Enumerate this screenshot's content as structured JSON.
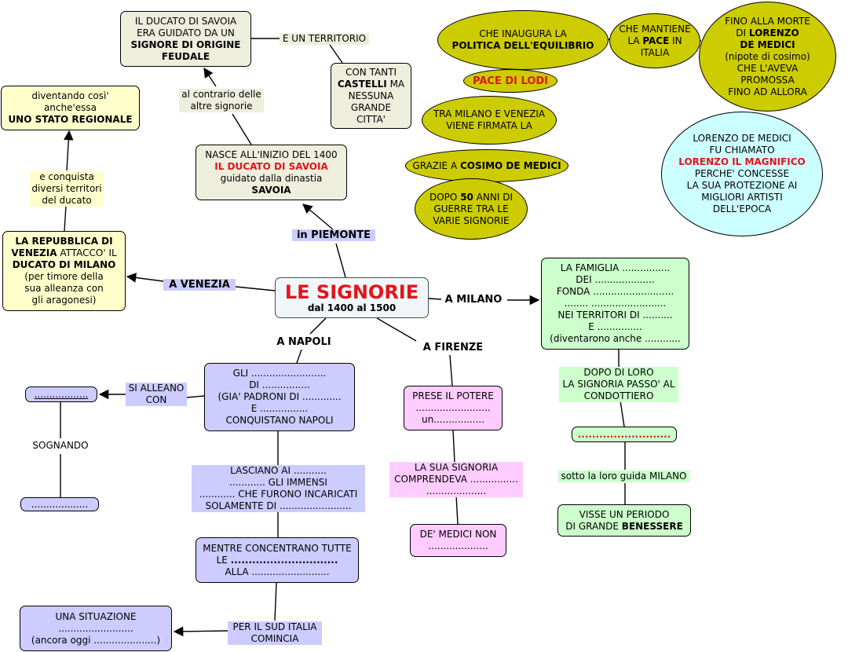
{
  "central": {
    "title": "LE SIGNORIE",
    "subtitle": "dal 1400 al 1500"
  },
  "branches": {
    "piemonte": "in PIEMONTE",
    "venezia": "A VENEZIA",
    "milano": "A MILANO",
    "napoli": "A NAPOLI",
    "firenze": "A FIRENZE"
  },
  "piemonte": {
    "nasce": {
      "l1": "NASCE ALL'INIZIO DEL 1400",
      "l2": "IL DUCATO DI SAVOIA",
      "l3": "guidato dalla dinastia",
      "l4": "SAVOIA"
    },
    "contrario": {
      "l1": "al contrario delle",
      "l2": "altre signorie"
    },
    "ducato": {
      "l1": "IL DUCATO DI SAVOIA",
      "l2": "ERA GUIDATO DA UN",
      "l3": "SIGNORE DI ORIGINE",
      "l4": "FEUDALE"
    },
    "territorio": "E UN TERRITORIO",
    "castelli": {
      "l1": "CON TANTI",
      "l2a": "CASTELLI",
      "l2b": " MA",
      "l3": "NESSUNA",
      "l4": "GRANDE",
      "l5": "CITTA'"
    }
  },
  "venezia": {
    "repubblica": {
      "l1": "LA REPUBBLICA DI",
      "l2a": "VENEZIA",
      "l2b": " ATTACCO' IL",
      "l3": "DUCATO DI MILANO",
      "l4": "(per timore della",
      "l5": "sua alleanza con",
      "l6": "gli aragonesi)"
    },
    "conquista": {
      "l1": "e conquista",
      "l2": "diversi territori",
      "l3": "del ducato"
    },
    "regionale": {
      "l1": "diventando così'",
      "l2": "anche'essa",
      "l3": "UNO STATO REGIONALE"
    }
  },
  "milano": {
    "famiglia": {
      "l1": "LA FAMIGLIA ................",
      "l2": "DEI ....................",
      "l3": "FONDA ...........................",
      "l4": "........ .........................",
      "l5": "NEI TERRITORI DI ..........",
      "l6": "E ...............",
      "l7": "(diventarono anche ............"
    },
    "dopo": {
      "l1": "DOPO DI LORO",
      "l2": "LA SIGNORIA PASSO' AL",
      "l3": "CONDOTTIERO"
    },
    "blank": "..........................",
    "guida": "sotto la loro guida MILANO",
    "visse": {
      "l1": "VISSE UN PERIODO",
      "l2a": "DI GRANDE ",
      "l2b": "BENESSERE"
    }
  },
  "napoli": {
    "gli": {
      "l1": "GLI .........................",
      "l2": "DI ................",
      "l3": "(GIA' PADRONI DI .............",
      "l4": "E ................",
      "l5": "CONQUISTANO NAPOLI"
    },
    "alleano": {
      "l1": "SI ALLEANO",
      "l2": "CON"
    },
    "blank1": "..................",
    "sognando": "SOGNANDO",
    "blank2": "...................",
    "lasciano": {
      "l1": "LASCIANO AI ...........",
      "l2": "............ GLI IMMENSI",
      "l3": "............ CHE FURONO INCARICATI",
      "l4": "SOLAMENTE DI ........................"
    },
    "mentre": {
      "l1": "MENTRE CONCENTRANO TUTTE",
      "l2a": "LE ",
      "l2b": "..............................",
      "l3": "ALLA .........................."
    },
    "sud": {
      "l1": "PER IL SUD ITALIA",
      "l2": "COMINCIA"
    },
    "situazione": {
      "l1": "UNA SITUAZIONE",
      "l2": ".........................",
      "l3": "(ancora oggi .....................)"
    }
  },
  "firenze": {
    "prese": {
      "l1": "PRESE IL POTERE",
      "l2": ".........................",
      "l3": "un................."
    },
    "signoria": {
      "l1": "LA SUA SIGNORIA",
      "l2": "COMPRENDEVA ................",
      "l3": "...................."
    },
    "medici": {
      "l1": "DE' MEDICI NON",
      "l2": "...................."
    }
  },
  "equilibrio": {
    "inaugura": {
      "l1": "CHE INAUGURA LA",
      "l2": "POLITICA DELL'EQUILIBRIO"
    },
    "mantiene": {
      "l1": "CHE MANTIENE",
      "l2a": "LA ",
      "l2b": "PACE",
      "l2c": " IN",
      "l3": "ITALIA"
    },
    "fino": {
      "l1": "FINO ALLA MORTE",
      "l2a": "DI ",
      "l2b": "LORENZO",
      "l3": "DE MEDICI",
      "l4": "(nipote di cosimo)",
      "l5": "CHE L'AVEVA",
      "l6": "PROMOSSA",
      "l7": "FINO AD ALLORA"
    },
    "pace": "PACE DI LODI",
    "tra": {
      "l1": "TRA MILANO E VENEZIA",
      "l2": "VIENE FIRMATA LA"
    },
    "grazie": {
      "a": "GRAZIE A ",
      "b": "COSIMO DE MEDICI"
    },
    "dopo": {
      "l1a": "DOPO ",
      "l1b": "50",
      "l1c": " ANNI DI",
      "l2": "GUERRE TRA LE",
      "l3": "VARIE SIGNORIE"
    },
    "lorenzo": {
      "l1": "LORENZO DE MEDICI",
      "l2": "FU CHIAMATO",
      "l3": "LORENZO IL MAGNIFICO",
      "l4": "PERCHE' CONCESSE",
      "l5": "LA SUA PROTEZIONE AI",
      "l6": "MIGLIORI ARTISTI",
      "l7": "DELL'EPOCA"
    }
  },
  "colors": {
    "accent_red": "#e3141b",
    "cream": "#ffffcc",
    "beige": "#eeeedd",
    "blue": "#ccccff",
    "pink": "#ffccff",
    "green": "#ccffcc",
    "olive": "#cccc00",
    "cyan": "#ccffff"
  }
}
